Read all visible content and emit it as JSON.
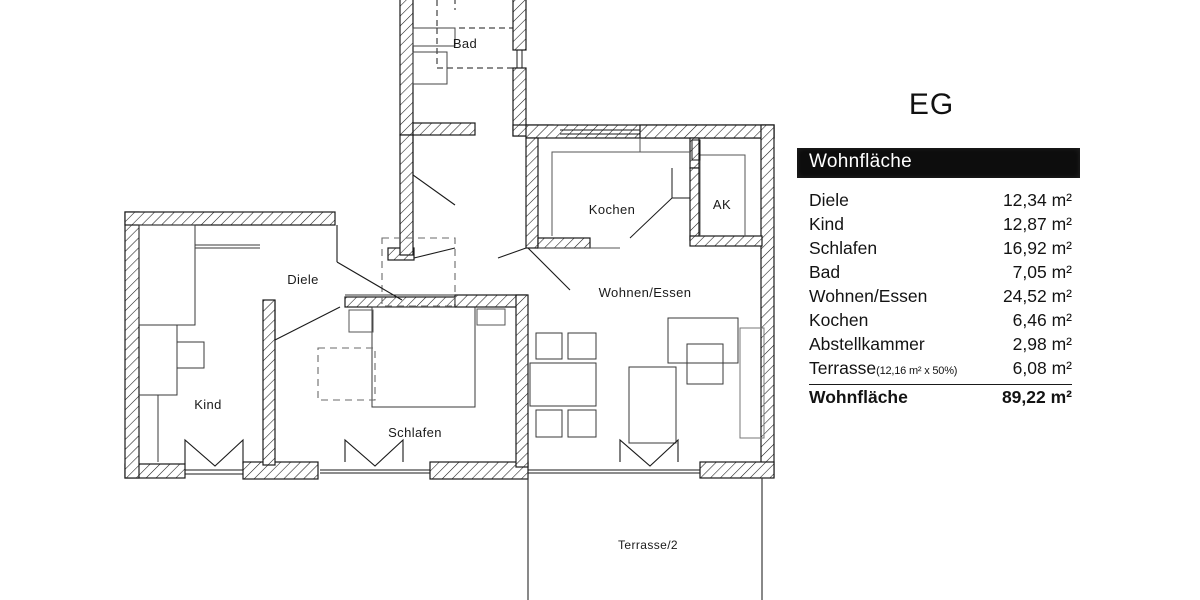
{
  "document": {
    "type": "floor-plan",
    "floor_tag": "EG"
  },
  "plan": {
    "rooms": [
      {
        "key": "bad",
        "label": "Bad"
      },
      {
        "key": "kochen",
        "label": "Kochen"
      },
      {
        "key": "ak",
        "label": "AK"
      },
      {
        "key": "diele",
        "label": "Diele"
      },
      {
        "key": "wohnen",
        "label": "Wohnen/Essen"
      },
      {
        "key": "kind",
        "label": "Kind"
      },
      {
        "key": "schlafen",
        "label": "Schlafen"
      },
      {
        "key": "terrasse",
        "label": "Terrasse/2"
      }
    ]
  },
  "legend": {
    "title": "Wohnfläche",
    "rows": [
      {
        "name": "Diele",
        "sub": "",
        "value": "12,34 m²"
      },
      {
        "name": "Kind",
        "sub": "",
        "value": "12,87 m²"
      },
      {
        "name": "Schlafen",
        "sub": "",
        "value": "16,92 m²"
      },
      {
        "name": "Bad",
        "sub": "",
        "value": "7,05 m²"
      },
      {
        "name": "Wohnen/Essen",
        "sub": "",
        "value": "24,52 m²"
      },
      {
        "name": "Kochen",
        "sub": "",
        "value": "6,46 m²"
      },
      {
        "name": "Abstellkammer",
        "sub": "",
        "value": "2,98 m²"
      },
      {
        "name": "Terrasse",
        "sub": "(12,16 m² x 50%)",
        "value": "6,08 m²"
      }
    ],
    "total": {
      "name": "Wohnfläche",
      "value": "89,22 m²"
    }
  },
  "colors": {
    "ink": "#1a1a1a",
    "paper": "#ffffff",
    "banner": "#0d0d0d",
    "banner_text": "#ffffff"
  }
}
